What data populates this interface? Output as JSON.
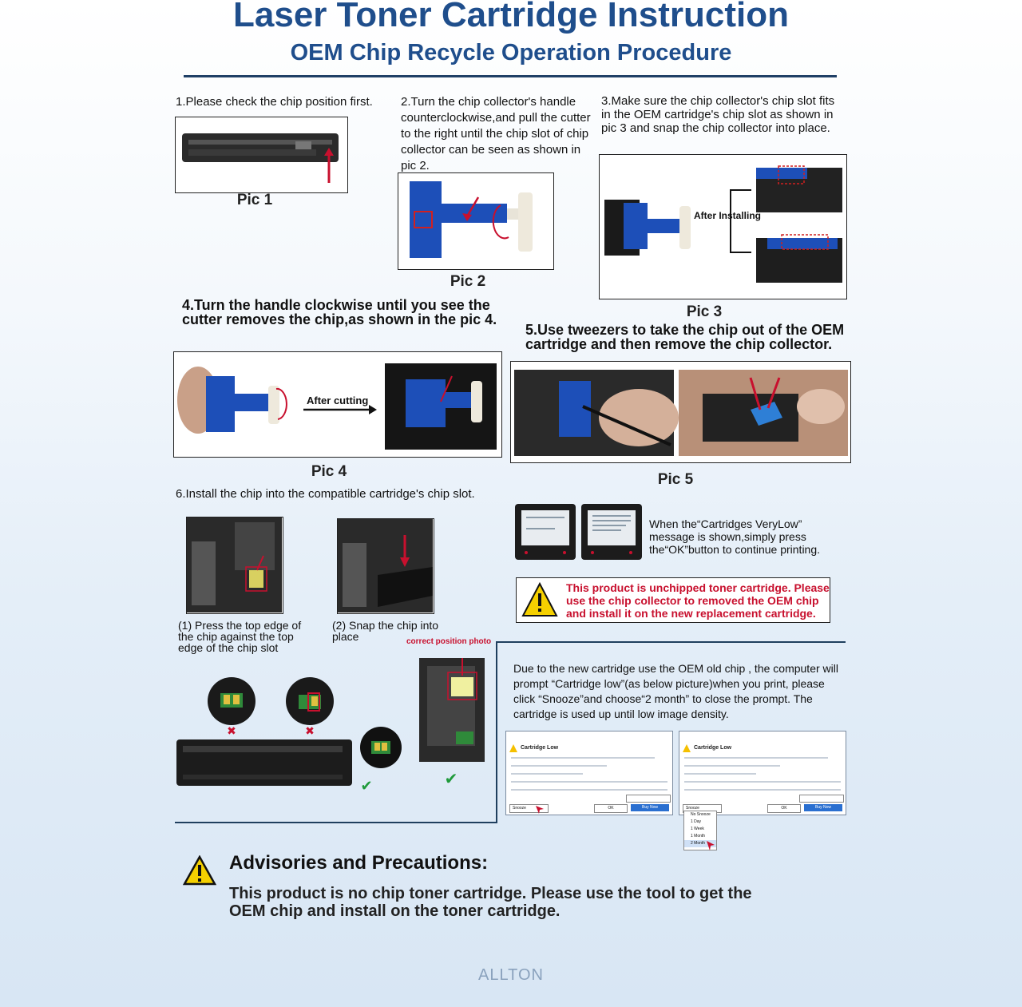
{
  "header": {
    "title": "Laser Toner Cartridge Instruction",
    "subtitle": "OEM Chip Recycle Operation Procedure"
  },
  "steps": {
    "s1": "1.Please check the chip position first.",
    "s2": "2.Turn the chip collector's handle counterclockwise,and pull the cutter to the right until the chip slot of chip collector can be seen as shown in pic 2.",
    "s3": "3.Make sure the chip collector's chip slot fits in the OEM cartridge's chip slot as shown in pic 3 and snap the chip collector into place.",
    "s4": "4.Turn the handle clockwise until you see the cutter removes the chip,as shown in the pic 4.",
    "s5": "5.Use tweezers to take the chip out of the OEM cartridge and then remove the chip collector.",
    "s6": "6.Install the chip into the compatible cartridge's chip slot."
  },
  "pics": {
    "p1": "Pic 1",
    "p2": "Pic 2",
    "p3": "Pic 3",
    "p4": "Pic 4",
    "p5": "Pic 5"
  },
  "labels": {
    "after_installing": "After Installing",
    "after_cutting": "After cutting",
    "press_top_edge": "(1) Press the top edge of the chip against the top edge of the chip slot",
    "snap_chip": "(2) Snap the chip into place",
    "correct_position": "correct position photo",
    "very_low_note": "When the“Cartridges VeryLow” message is shown,simply press the“OK”button to continue printing.",
    "unchipped_warning": "This product is unchipped toner cartridge. Please use the chip collector to removed the OEM chip and install it on the new replacement cartridge.",
    "snooze_note": "Due to the new cartridge use the OEM old chip , the computer will prompt “Cartridge low”(as below picture)when you print, please click “Snooze”and choose“2 month” to close the prompt. The cartridge is used up until low image density."
  },
  "dialog": {
    "title": "Cartridge Low",
    "snooze": "Snooze",
    "ok": "OK",
    "buy": "Buy Now",
    "menu": [
      "No Snooze",
      "1 Day",
      "1 Week",
      "1 Month",
      "2 Month"
    ]
  },
  "advisories": {
    "title": "Advisories and Precautions:",
    "text": "This product is no chip toner cartridge. Please use the tool to get the OEM chip and install on the toner cartridge."
  },
  "brand": "ALLTON",
  "colors": {
    "title_blue": "#1f4e8c",
    "part_blue": "#1d4fb8",
    "warning_red": "#c8102e",
    "warning_yellow": "#f5d000"
  }
}
